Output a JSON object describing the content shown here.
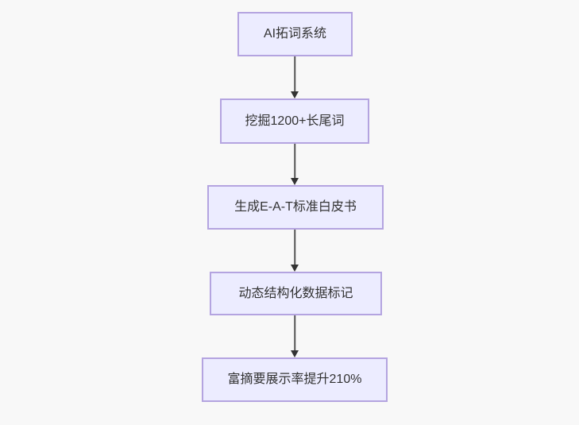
{
  "diagram": {
    "type": "flowchart",
    "direction": "top-down",
    "nodes": [
      {
        "id": "step-1",
        "label": "AI拓词系统"
      },
      {
        "id": "step-2",
        "label": "挖掘1200+长尾词"
      },
      {
        "id": "step-3",
        "label": "生成E-A-T标准白皮书"
      },
      {
        "id": "step-4",
        "label": "动态结构化数据标记"
      },
      {
        "id": "step-5",
        "label": "富摘要展示率提升210%"
      }
    ],
    "edges": [
      {
        "from": "step-1",
        "to": "step-2",
        "style": "arrow-down"
      },
      {
        "from": "step-2",
        "to": "step-3",
        "style": "arrow-down"
      },
      {
        "from": "step-3",
        "to": "step-4",
        "style": "arrow-down"
      },
      {
        "from": "step-4",
        "to": "step-5",
        "style": "arrow-down"
      }
    ],
    "colors": {
      "background": "#f8f8f8",
      "node_fill": "#ececff",
      "node_border": "#b4a4e0",
      "node_text": "#333333",
      "edge_line": "#555555",
      "edge_arrowhead": "#333333"
    }
  }
}
